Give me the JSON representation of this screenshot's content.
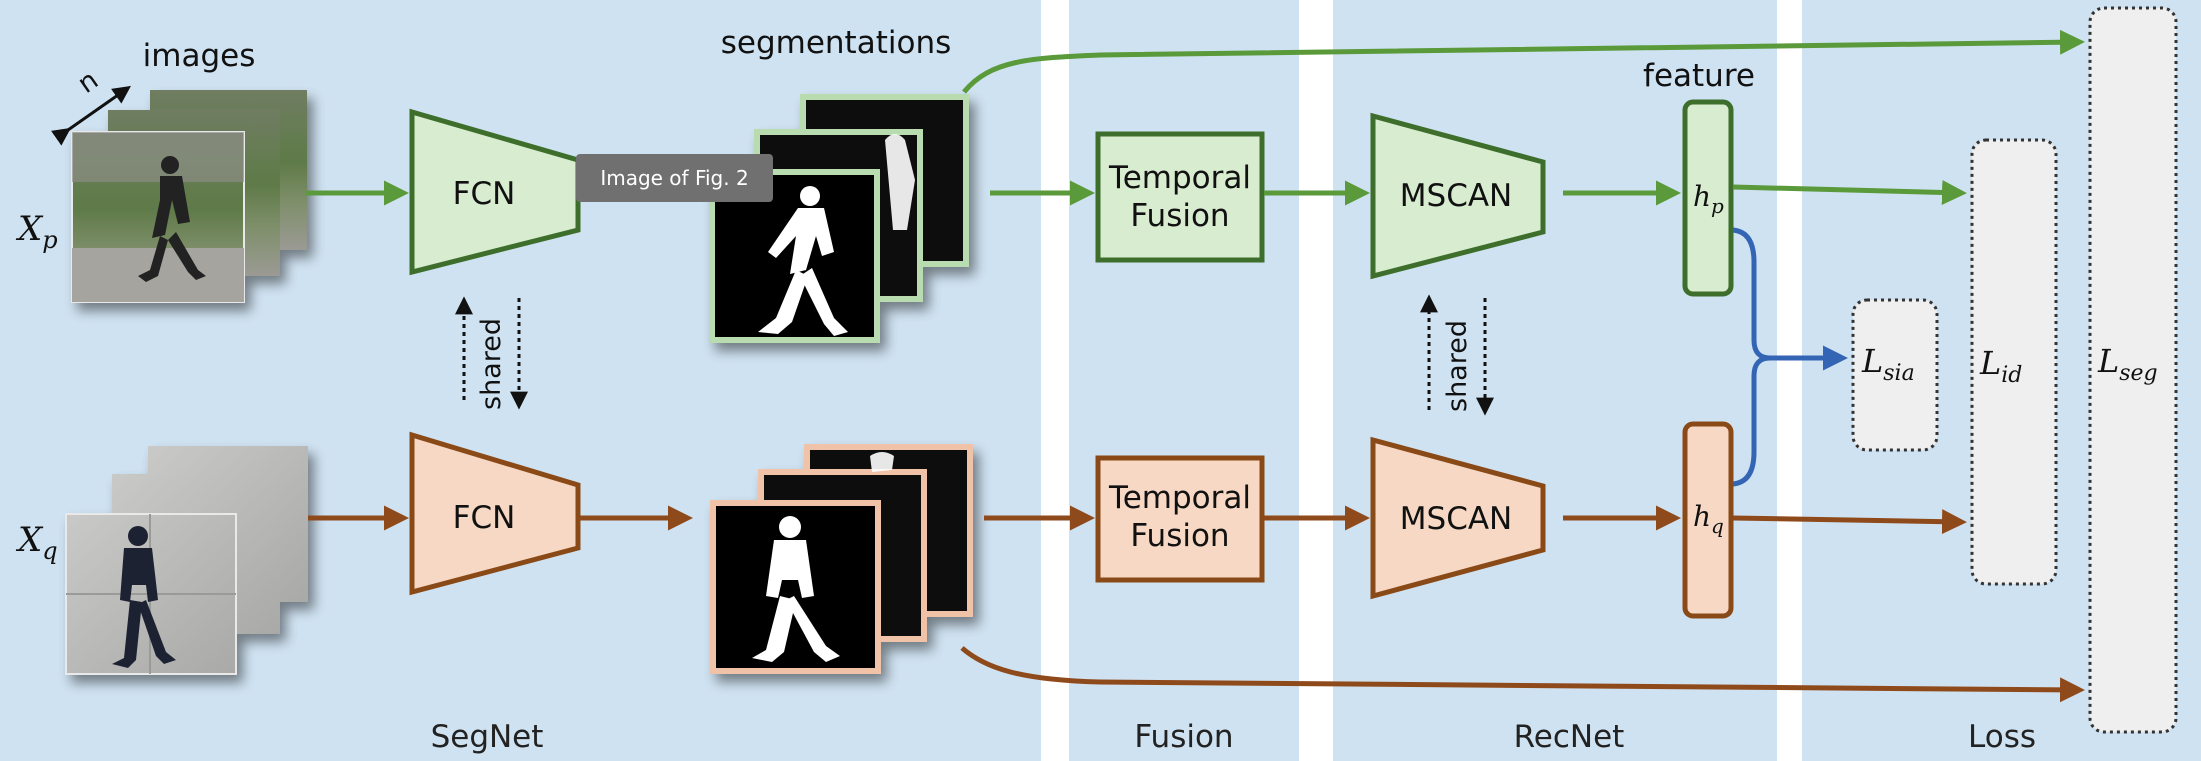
{
  "sections": {
    "segnet": "SegNet",
    "fusion": "Fusion",
    "recnet": "RecNet",
    "loss": "Loss"
  },
  "headings": {
    "images": "images",
    "n": "n",
    "segmentations": "segmentations",
    "feature": "feature"
  },
  "inputs": {
    "xp": {
      "base": "X",
      "sub": "p"
    },
    "xq": {
      "base": "X",
      "sub": "q"
    }
  },
  "blocks": {
    "fcn_top": "FCN",
    "fcn_bottom": "FCN",
    "fusion_top": [
      "Temporal",
      "Fusion"
    ],
    "fusion_bottom": [
      "Temporal",
      "Fusion"
    ],
    "mscan_top": "MSCAN",
    "mscan_bottom": "MSCAN",
    "shared_left": "shared",
    "shared_right": "shared"
  },
  "features": {
    "hp": {
      "base": "h",
      "sub": "p"
    },
    "hq": {
      "base": "h",
      "sub": "q"
    }
  },
  "losses": {
    "lsia": {
      "base": "L",
      "sub": "sia"
    },
    "lid": {
      "base": "L",
      "sub": "id"
    },
    "lseg": {
      "base": "L",
      "sub": "seg"
    }
  },
  "tooltip": "Image of Fig. 2",
  "colors": {
    "panel": "#cfe2f1",
    "green_stroke": "#3e6e2b",
    "green_fill": "#d8ecd0",
    "green_arrow": "#5a9a3a",
    "brown_stroke": "#8a4a18",
    "brown_fill": "#f6d8c4",
    "brown_arrow": "#8f4a1c",
    "blue_arrow": "#3465b5",
    "loss_fill": "#efefef"
  }
}
